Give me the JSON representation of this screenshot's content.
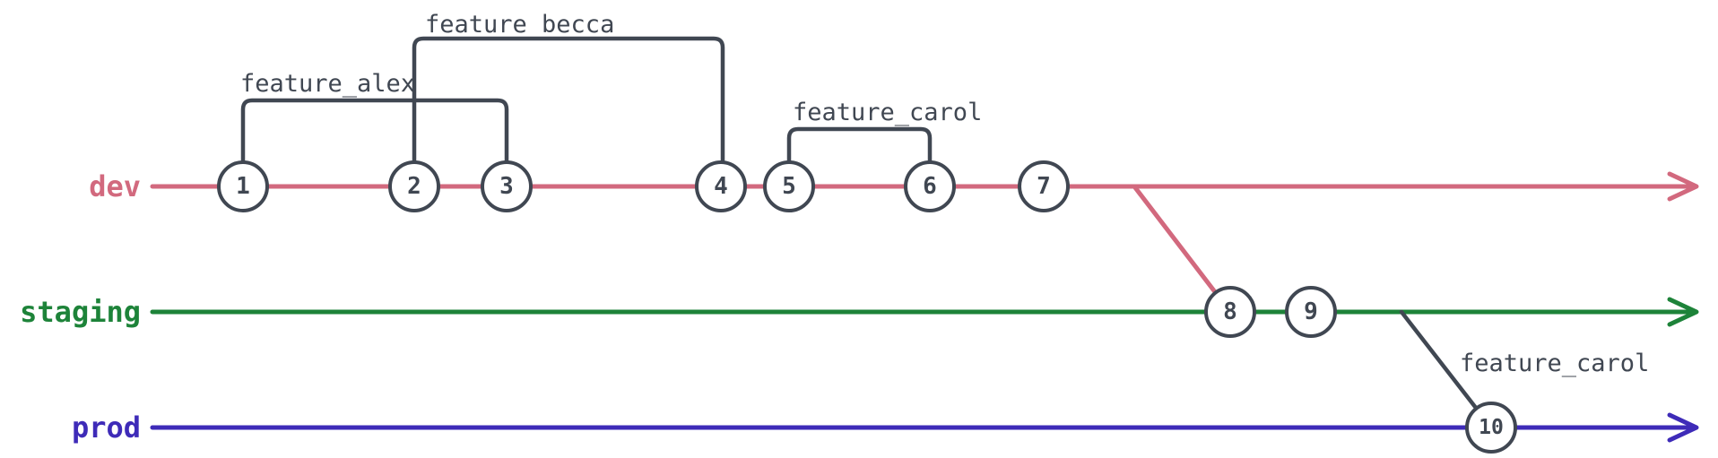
{
  "background": "#ffffff",
  "ink_color": "#404752",
  "branches": [
    {
      "name": "dev",
      "color": "#d2697e"
    },
    {
      "name": "staging",
      "color": "#1d8339"
    },
    {
      "name": "prod",
      "color": "#3e2bb8"
    }
  ],
  "commits": [
    {
      "id": "1",
      "branch": "dev"
    },
    {
      "id": "2",
      "branch": "dev"
    },
    {
      "id": "3",
      "branch": "dev"
    },
    {
      "id": "4",
      "branch": "dev"
    },
    {
      "id": "5",
      "branch": "dev"
    },
    {
      "id": "6",
      "branch": "dev"
    },
    {
      "id": "7",
      "branch": "dev"
    },
    {
      "id": "8",
      "branch": "staging"
    },
    {
      "id": "9",
      "branch": "staging"
    },
    {
      "id": "10",
      "branch": "prod"
    }
  ],
  "feature_brackets": [
    {
      "label": "feature_alex",
      "branch": "dev",
      "span": "commits 1-3"
    },
    {
      "label": "feature_becca",
      "branch": "dev",
      "span": "commits 2-4"
    },
    {
      "label": "feature_carol",
      "branch": "dev",
      "span": "commits 5-6"
    }
  ],
  "merge_labels": [
    {
      "label": "feature_carol",
      "into": "prod",
      "at_commit": "10"
    }
  ],
  "merges": [
    {
      "from": "dev",
      "to": "staging",
      "at_commit": "8"
    },
    {
      "from": "staging",
      "to": "prod",
      "at_commit": "10"
    }
  ]
}
